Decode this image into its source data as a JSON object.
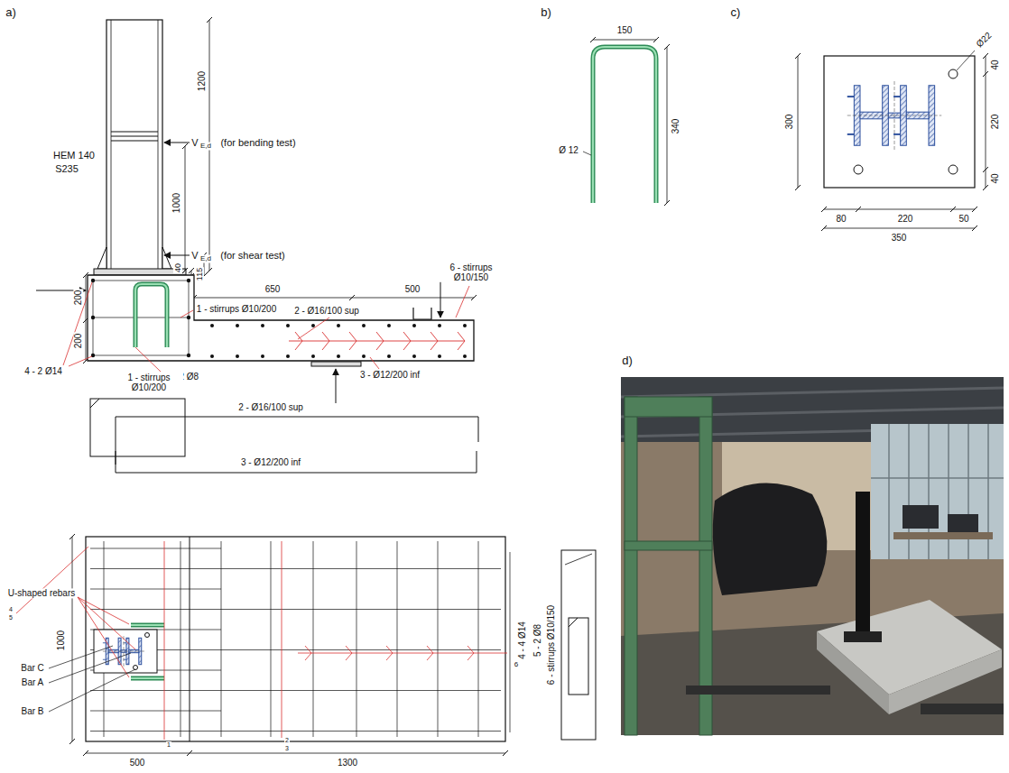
{
  "diagram": {
    "labels": [
      "a)",
      "HEM 140",
      "S235",
      "V",
      "E,d",
      "(for bending test)",
      "V",
      "E,d",
      "(for shear test)",
      "1200",
      "1000",
      "40",
      "115",
      "200",
      "200",
      "650",
      "500",
      "6 - stirrups Ø10/150",
      "1 - stirrups Ø10/200",
      "2 - Ø16/100 sup",
      "3 - Ø12/200 inf",
      "4 - 2 Ø14",
      "5 - 2 Ø8",
      "1 - stirrups Ø10/200",
      "2 - Ø16/100 sup",
      "3 - Ø12/200 inf",
      "U-shaped rebars",
      "4",
      "5",
      "Bar C",
      "Bar A",
      "Bar B",
      "1000",
      "500",
      "1",
      "1300",
      "2",
      "3",
      "4 - 4 Ø14",
      "5 - 2 Ø8",
      "6",
      "6 - stirrups Ø10/150",
      "b)",
      "150",
      "Ø 12",
      "340",
      "c)",
      "300",
      "Ø22",
      "40",
      "220",
      "40",
      "80",
      "220",
      "50",
      "350",
      "d)"
    ]
  }
}
